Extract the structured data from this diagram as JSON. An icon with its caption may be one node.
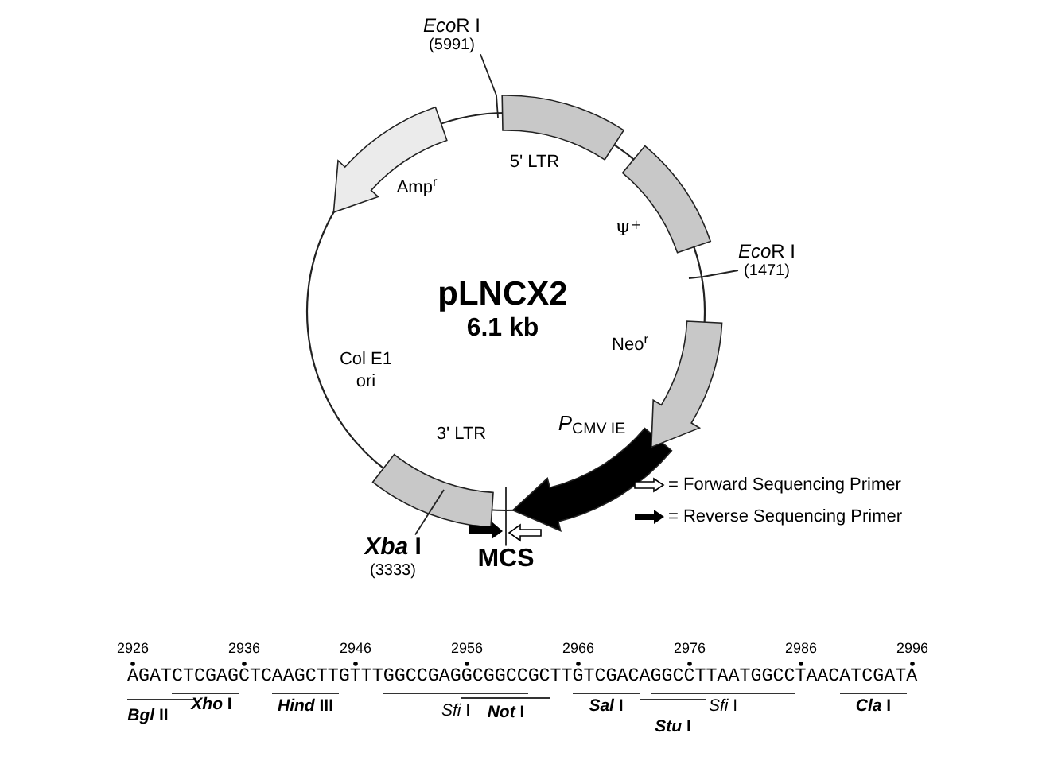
{
  "diagram": {
    "nodes": [
      {
        "text": [
          "EcoR I",
          "(5991)"
        ]
      },
      {
        "text": [
          "EcoR I",
          "(1471)"
        ]
      },
      {
        "text": [
          "*Xba* I",
          "(3333)"
        ]
      },
      {
        "text": [
          "MCS"
        ]
      }
    ],
    "edges": [
      {
        "from": 0,
        "to": null,
        "arrow": "none"
      },
      {
        "from": 1,
        "to": null,
        "arrow": "none"
      },
      {
        "from": 2,
        "to": null,
        "arrow": "none"
      },
      {
        "from": 3,
        "to": null,
        "arrow": "none"
      }
    ],
    "labels": [
      "pLNCX2",
      "6.1 kb",
      "5' LTR",
      "Amp$^{r}$",
      "Ψ$^{+}$",
      "Col E1 ori",
      "Neo$^{r}$",
      "*P*$_{CMV IE}$",
      "3' LTR",
      "2926",
      "2936",
      "2946",
      "2956",
      "2966",
      "2976",
      "2986",
      "2996",
      "AGATCTCGAGCTCAAGCTTGTTTGGCCGAGGCGGCCGCTTGTCGACAGGCCTTAATGGCCTAACATCGATA",
      "*Bgl* II",
      "*Xho* I",
      "*Hind* III",
      "*Sfi* I",
      "*Not* I",
      "*Sal* I",
      "*Stu* I",
      "*Sfi* I",
      "*Cla* I"
    ],
    "legend": [
      {
        "text": "= Forward Sequencing Primer"
      },
      {
        "text": "= Reverse Sequencing Primer"
      }
    ]
  }
}
